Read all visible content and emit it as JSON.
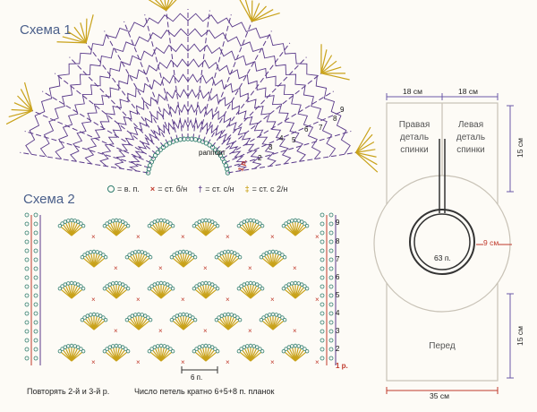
{
  "schema1": {
    "title": "Схема 1",
    "row_labels": [
      "1 р.",
      "2",
      "3",
      "4",
      "5",
      "6",
      "7",
      "8",
      "9"
    ],
    "rapport": "раппорт"
  },
  "schema2": {
    "title": "Схема 2",
    "legend": [
      {
        "symbol": "o",
        "text": "= в. п."
      },
      {
        "symbol": "x",
        "text": "= ст. б/н"
      },
      {
        "symbol": "t",
        "text": "= ст. с/н"
      },
      {
        "symbol": "t2",
        "text": "= ст. с 2/н"
      }
    ],
    "row_labels": [
      "9",
      "8",
      "7",
      "6",
      "5",
      "4",
      "3",
      "2",
      "1 р."
    ],
    "bracket_label": "6 п.",
    "repeat_note": "Повторять 2-й и 3-й р.",
    "count_note": "Число петель кратно 6+5+8 п. планок"
  },
  "pattern": {
    "dim_top_left": "18 см",
    "dim_top_right": "18 см",
    "dim_right_top": "15 см",
    "dim_right_bottom": "15 см",
    "dim_bottom": "35 см",
    "dim_collar": "9 см",
    "neck_stitches": "63 п.",
    "back_right": [
      "Правая",
      "деталь",
      "спинки"
    ],
    "back_left": [
      "Левая",
      "деталь",
      "спинки"
    ],
    "front": "Перед"
  },
  "colors": {
    "title": "#4a5f8a",
    "chain": "#2f7d6e",
    "single": "#c0392b",
    "dc": "#5a3a8a",
    "tr": "#c9a21a",
    "outline": "#c8c2b6"
  }
}
